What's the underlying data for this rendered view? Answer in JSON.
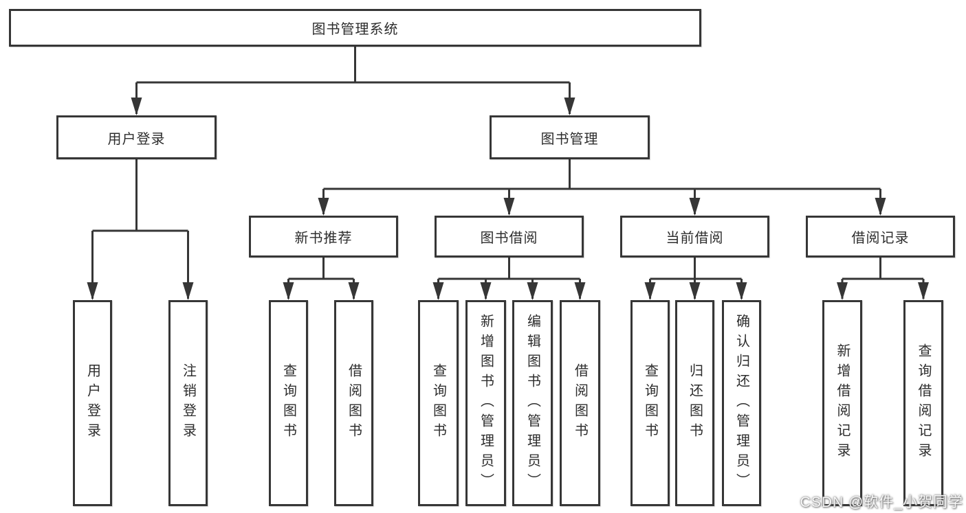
{
  "diagram": {
    "root": {
      "label": "图书管理系统"
    },
    "branches": [
      {
        "label": "用户登录",
        "children": [
          {
            "label": "用户登录"
          },
          {
            "label": "注销登录"
          }
        ]
      },
      {
        "label": "图书管理",
        "children": [
          {
            "label": "新书推荐",
            "children": [
              {
                "label": "查询图书"
              },
              {
                "label": "借阅图书"
              }
            ]
          },
          {
            "label": "图书借阅",
            "children": [
              {
                "label": "查询图书"
              },
              {
                "label": "新增图书（管理员）"
              },
              {
                "label": "编辑图书（管理员）"
              },
              {
                "label": "借阅图书"
              }
            ]
          },
          {
            "label": "当前借阅",
            "children": [
              {
                "label": "查询图书"
              },
              {
                "label": "归还图书"
              },
              {
                "label": "确认归还（管理员）"
              }
            ]
          },
          {
            "label": "借阅记录",
            "children": [
              {
                "label": "新增借阅记录"
              },
              {
                "label": "查询借阅记录"
              }
            ]
          }
        ]
      }
    ]
  },
  "watermark": {
    "text": "CSDN @软件_小贺同学"
  },
  "colors": {
    "line": "#363636",
    "box_border": "#363636",
    "box_background": "#ffffff",
    "text": "#2d2d2d",
    "watermark_text": "#ffffff"
  }
}
